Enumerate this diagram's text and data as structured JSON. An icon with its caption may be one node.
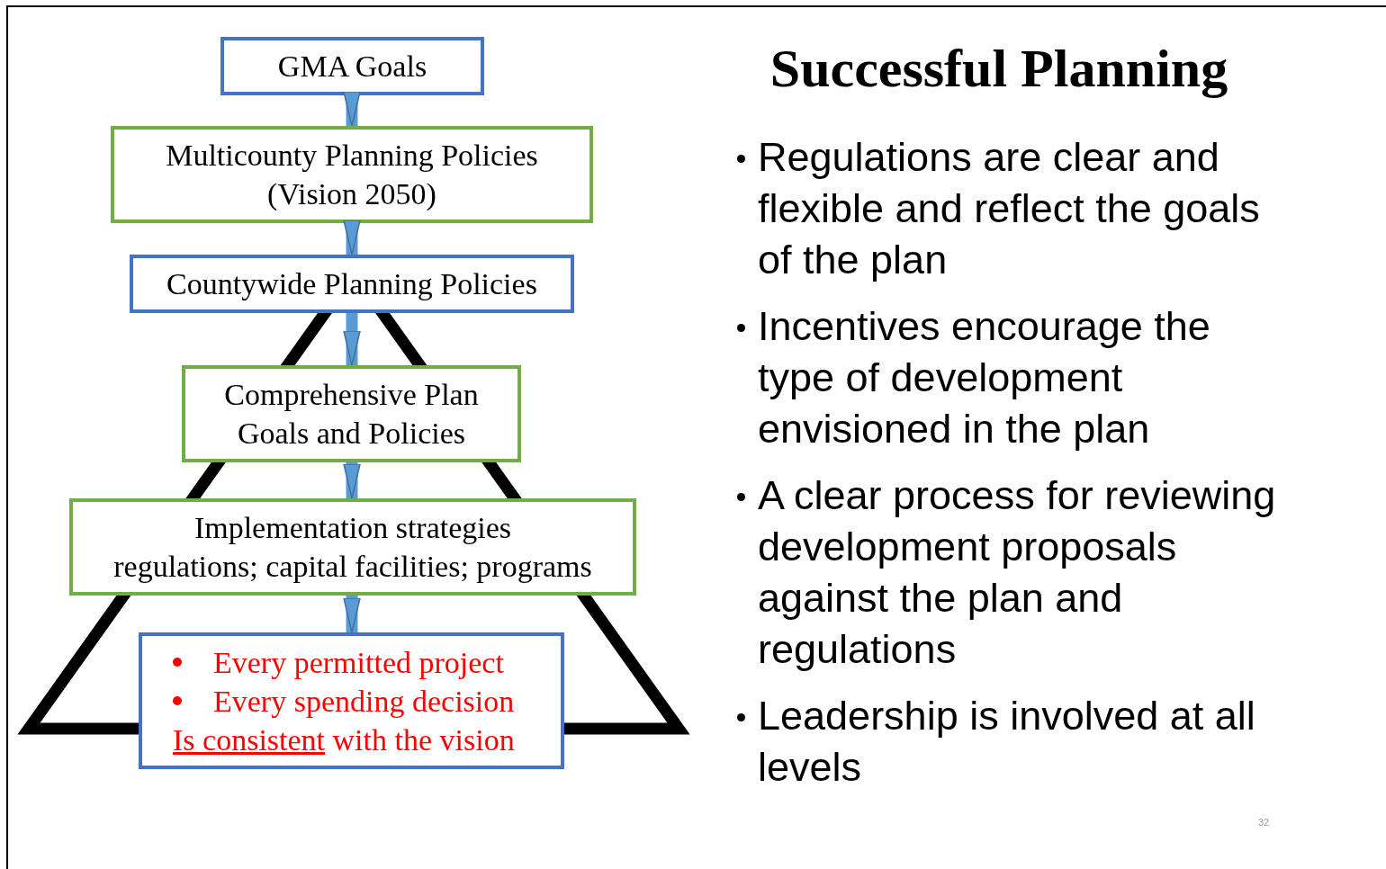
{
  "diagram": {
    "title": "Successful Planning",
    "nodes": [
      {
        "text": [
          "GMA Goals"
        ]
      },
      {
        "text": [
          "Multicounty Planning Policies (Vision 2050)"
        ]
      },
      {
        "text": [
          "Countywide Planning Policies"
        ]
      },
      {
        "text": [
          "Comprehensive Plan Goals and Policies"
        ]
      },
      {
        "text": [
          "Implementation strategies",
          "regulations; capital facilities; programs"
        ]
      },
      {
        "text": [
          "Every permitted project",
          "Every spending decision",
          "Is consistent with the vision"
        ]
      }
    ],
    "edges": [
      {
        "from": 0,
        "to": 1,
        "arrow": "to"
      },
      {
        "from": 1,
        "to": 2,
        "arrow": "to"
      },
      {
        "from": 2,
        "to": 3,
        "arrow": "to"
      },
      {
        "from": 3,
        "to": 4,
        "arrow": "to"
      },
      {
        "from": 4,
        "to": 5,
        "arrow": "to"
      }
    ],
    "labels": [
      "Regulations are clear and flexible and reflect the goals of the plan",
      "Incentives encourage the type of development envisioned in the plan",
      "A clear process for reviewing development proposals against the plan and regulations",
      "Leadership is involved at all levels",
      "32"
    ]
  }
}
